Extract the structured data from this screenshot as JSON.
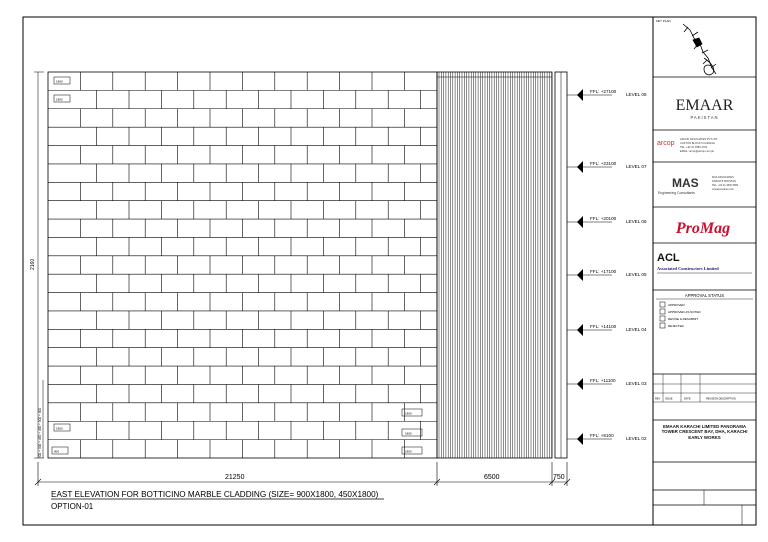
{
  "drawing": {
    "dimensions": {
      "total_width": "21250",
      "strip_width": "6500",
      "edge_width": "750",
      "height": "2160"
    },
    "small_dims": {
      "top_a": "1800",
      "top_b": "1800",
      "bottom_a": "1800",
      "bottom_b": "900",
      "right_a": "1800",
      "right_b": "1800",
      "right_c": "1800"
    },
    "left_stack_label": "900 + 900 + 450 + 450 + 900 + 900",
    "levels": [
      {
        "ffl": "FFL: +27100",
        "name": "LEVEL 08"
      },
      {
        "ffl": "FFL: +23100",
        "name": "LEVEL 07"
      },
      {
        "ffl": "FFL: +20100",
        "name": "LEVEL 06"
      },
      {
        "ffl": "FFL: +17100",
        "name": "LEVEL 05"
      },
      {
        "ffl": "FFL: +14100",
        "name": "LEVEL 04"
      },
      {
        "ffl": "FFL: +11100",
        "name": "LEVEL 03"
      },
      {
        "ffl": "FFL: +8100",
        "name": "LEVEL 02"
      }
    ],
    "title": "EAST ELEVATION FOR BOTTICINO MARBLE CLADDING (SIZE= 900X1800, 450X1800)",
    "option": "OPTION-01"
  },
  "title_block": {
    "logo_top_label": "KEY PLAN",
    "client_name": "EMAAR",
    "client_sub": "PAKISTAN",
    "arcop_logo": "arcop",
    "arcop_lines": [
      "ARCOP ASSOCIATES PVT LTD",
      "CLIFTON BLOCK 5 KARACHI",
      "TEL: +92 21 3583 4700",
      "EMAIL: arcop@arcop.com.pk"
    ],
    "engineer_logo": "MAS",
    "engineer_caption": "Engineering Consultants",
    "engineer_lines": [
      "MAS ASSOCIATES",
      "KARACHI PAKISTAN",
      "TEL: +92 21 3530 6580",
      "masassociates.com"
    ],
    "promag_logo": "ProMag",
    "acl_logo": "ACL",
    "acl_name": "Associated Constructors Limited",
    "approval_title": "APPROVAL STATUS",
    "approval_items": [
      "APPROVED",
      "APPROVED AS NOTED",
      "REVISE & RESUBMIT",
      "REJECTED"
    ],
    "rev_headers": [
      "REV",
      "ISSUE",
      "DATE",
      "REVISION DESCRIPTION"
    ],
    "project_title": "EMAAR KARACHI LIMITED PANORAMA TOWER CRESCENT BAY, DHA, KARACHI EARLY WORKS"
  }
}
